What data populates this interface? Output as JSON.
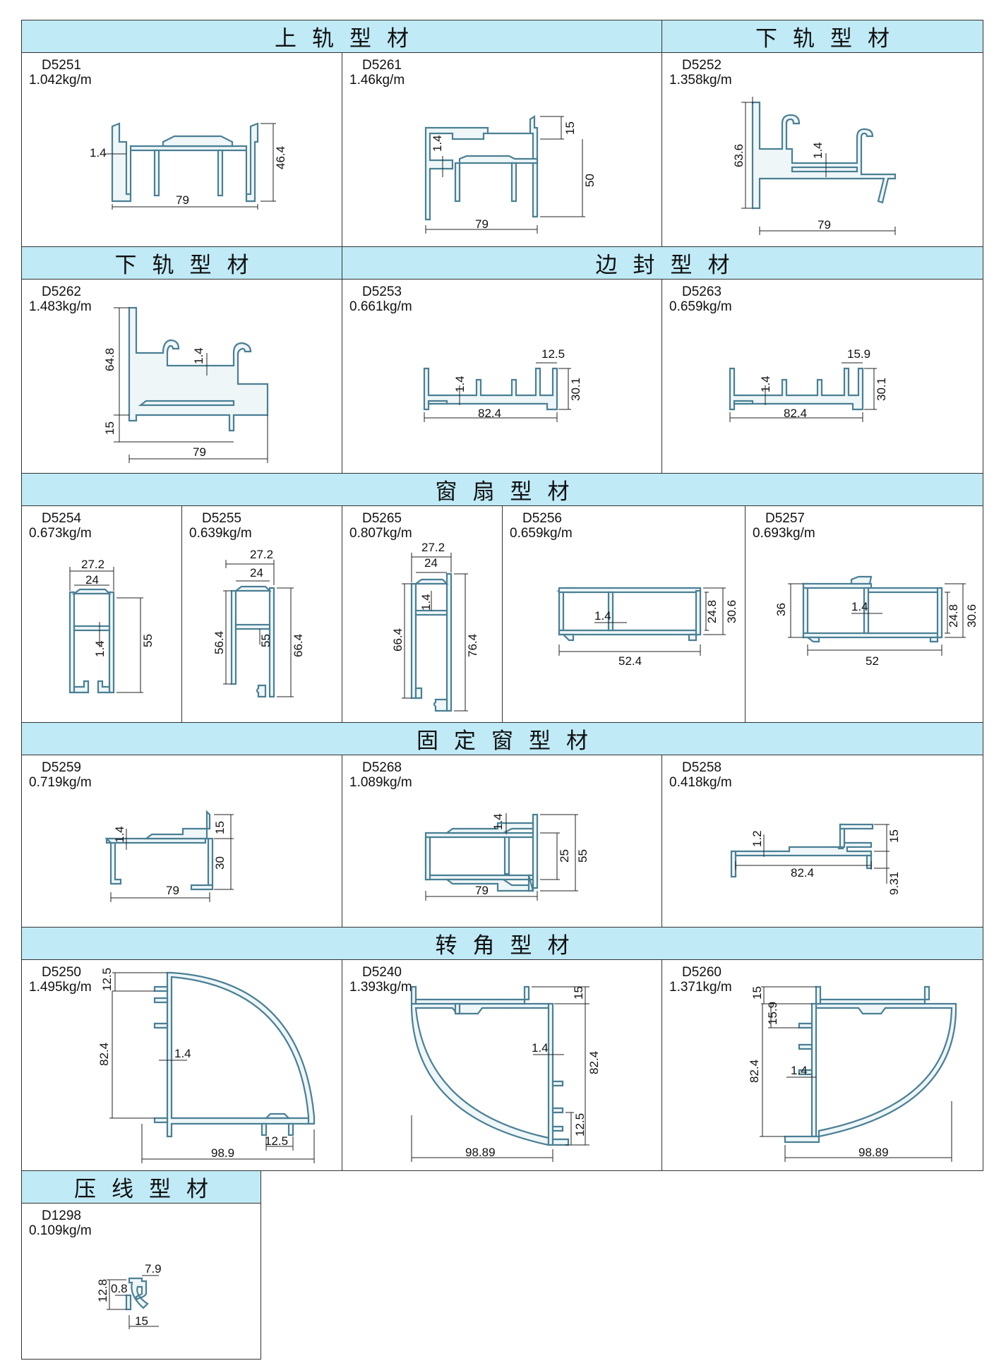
{
  "sections": [
    {
      "title": "上轨型材"
    },
    {
      "title": "下轨型材"
    },
    {
      "title": "下轨型材"
    },
    {
      "title": "边封型材"
    },
    {
      "title": "窗扇型材"
    },
    {
      "title": "固定窗型材"
    },
    {
      "title": "转角型材"
    },
    {
      "title": "压线型材"
    }
  ],
  "profiles": [
    {
      "code": "D5251",
      "weight": "1.042kg/m",
      "dims": [
        "1.4",
        "79",
        "46.4"
      ]
    },
    {
      "code": "D5261",
      "weight": "1.46kg/m",
      "dims": [
        "1.4",
        "79",
        "15",
        "50"
      ]
    },
    {
      "code": "D5252",
      "weight": "1.358kg/m",
      "dims": [
        "63.6",
        "1.4",
        "79"
      ]
    },
    {
      "code": "D5262",
      "weight": "1.483kg/m",
      "dims": [
        "64.8",
        "1.4",
        "15",
        "79"
      ]
    },
    {
      "code": "D5253",
      "weight": "0.661kg/m",
      "dims": [
        "1.4",
        "12.5",
        "82.4",
        "30.1"
      ]
    },
    {
      "code": "D5263",
      "weight": "0.659kg/m",
      "dims": [
        "1.4",
        "15.9",
        "82.4",
        "30.1"
      ]
    },
    {
      "code": "D5254",
      "weight": "0.673kg/m",
      "dims": [
        "27.2",
        "24",
        "55",
        "1.4"
      ]
    },
    {
      "code": "D5255",
      "weight": "0.639kg/m",
      "dims": [
        "27.2",
        "24",
        "56.4",
        "55",
        "66.4"
      ]
    },
    {
      "code": "D5265",
      "weight": "0.807kg/m",
      "dims": [
        "27.2",
        "24",
        "1.4",
        "66.4",
        "76.4"
      ]
    },
    {
      "code": "D5256",
      "weight": "0.659kg/m",
      "dims": [
        "1.4",
        "24.8",
        "30.6",
        "52.4"
      ]
    },
    {
      "code": "D5257",
      "weight": "0.693kg/m",
      "dims": [
        "36",
        "1.4",
        "24.8",
        "30.6",
        "52"
      ]
    },
    {
      "code": "D5259",
      "weight": "0.719kg/m",
      "dims": [
        "1.4",
        "15",
        "30",
        "79"
      ]
    },
    {
      "code": "D5268",
      "weight": "1.089kg/m",
      "dims": [
        "1.4",
        "25",
        "55",
        "79"
      ]
    },
    {
      "code": "D5258",
      "weight": "0.418kg/m",
      "dims": [
        "1.2",
        "15",
        "82.4",
        "9.31"
      ]
    },
    {
      "code": "D5250",
      "weight": "1.495kg/m",
      "dims": [
        "12.5",
        "82.4",
        "1.4",
        "98.9",
        "12.5"
      ]
    },
    {
      "code": "D5240",
      "weight": "1.393kg/m",
      "dims": [
        "15",
        "1.4",
        "82.4",
        "12.5",
        "98.89"
      ]
    },
    {
      "code": "D5260",
      "weight": "1.371kg/m",
      "dims": [
        "15",
        "15.9",
        "82.4",
        "1.4",
        "98.89"
      ]
    },
    {
      "code": "D1298",
      "weight": "0.109kg/m",
      "dims": [
        "7.9",
        "12.8",
        "0.8",
        "15"
      ]
    }
  ]
}
